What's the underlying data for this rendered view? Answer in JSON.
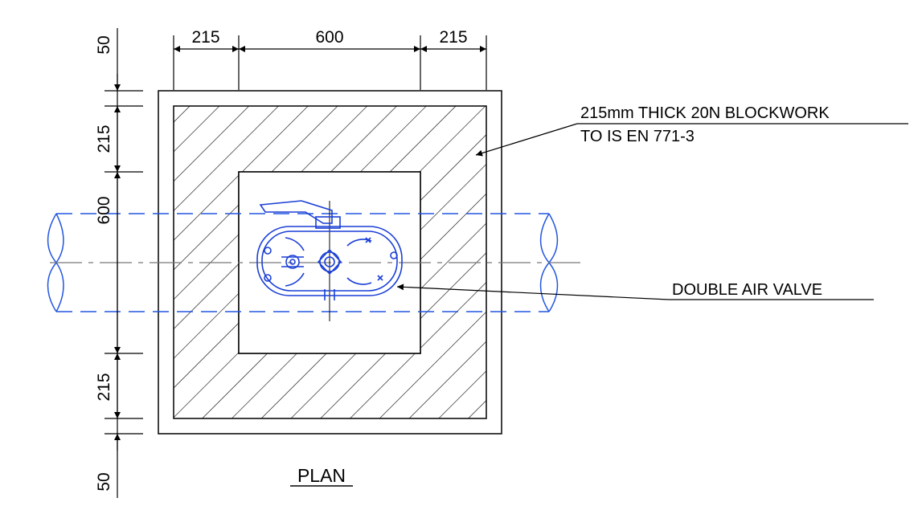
{
  "dimensions": {
    "top": [
      "215",
      "600",
      "215"
    ],
    "left": [
      "50",
      "215",
      "600",
      "215",
      "50"
    ]
  },
  "labels": {
    "blockwork_line1": "215mm THICK 20N BLOCKWORK",
    "blockwork_line2": "TO IS EN 771-3",
    "air_valve": "DOUBLE AIR VALVE",
    "view_title": "PLAN"
  },
  "colors": {
    "linework": "#000000",
    "valve": "#1a3fd6",
    "pipe": "#2255e0",
    "centerline": "#777777"
  }
}
